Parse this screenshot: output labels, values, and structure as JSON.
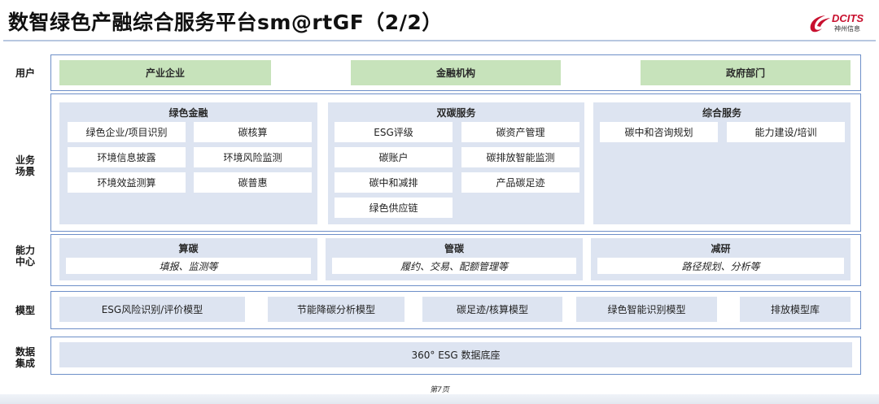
{
  "title": "数智绿色产融综合服务平台sm@rtGF（2/2）",
  "logo": {
    "brand": "DCITS",
    "sub": "神州信息"
  },
  "rows": {
    "users": {
      "label": "用户",
      "items": [
        "产业企业",
        "金融机构",
        "政府部门"
      ]
    },
    "scenarios": {
      "label": "业务场景",
      "panels": [
        {
          "title": "绿色金融",
          "items": [
            "绿色企业/项目识别",
            "碳核算",
            "环境信息披露",
            "环境风险监测",
            "环境效益测算",
            "碳普惠"
          ]
        },
        {
          "title": "双碳服务",
          "items": [
            "ESG评级",
            "碳资产管理",
            "碳账户",
            "碳排放智能监测",
            "碳中和减排",
            "产品碳足迹",
            "绿色供应链"
          ]
        },
        {
          "title": "综合服务",
          "items": [
            "碳中和咨询规划",
            "能力建设/培训"
          ]
        }
      ]
    },
    "capability": {
      "label": "能力中心",
      "panels": [
        {
          "title": "算碳",
          "desc": "填报、监测等"
        },
        {
          "title": "管碳",
          "desc": "履约、交易、配额管理等"
        },
        {
          "title": "减研",
          "desc": "路径规划、分析等"
        }
      ]
    },
    "models": {
      "label": "模型",
      "items": [
        "ESG风险识别/评价模型",
        "节能降碳分析模型",
        "碳足迹/核算模型",
        "绿色智能识别模型",
        "排放模型库"
      ]
    },
    "data": {
      "label": "数据集成",
      "item": "360° ESG 数据底座"
    }
  },
  "page": "第7页",
  "colors": {
    "border": "#6e8fc8",
    "green": "#c7e3bb",
    "panel": "#dde4f1",
    "logo_red": "#c8102e"
  }
}
